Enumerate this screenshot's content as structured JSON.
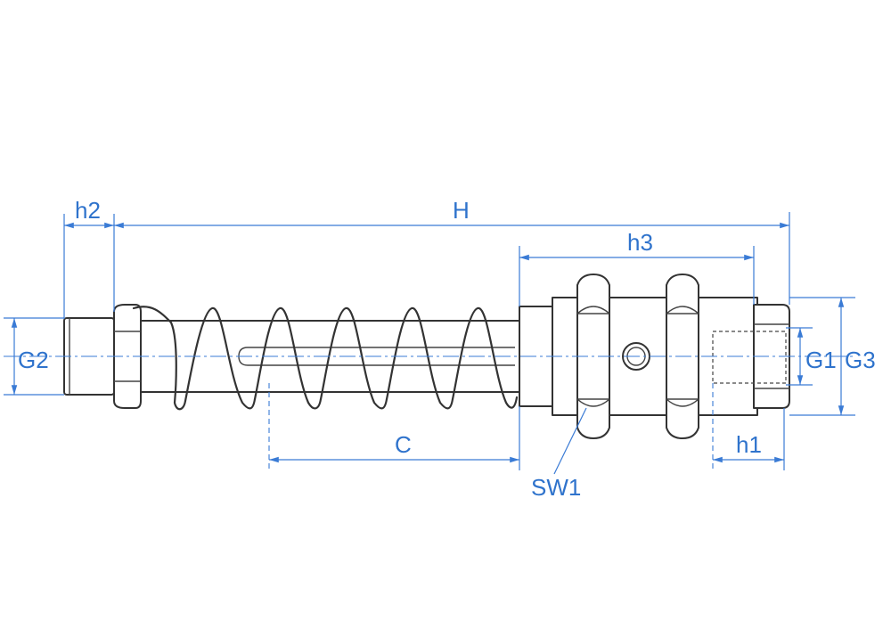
{
  "labels": {
    "h2": "h2",
    "H": "H",
    "h3": "h3",
    "G2": "G2",
    "G1": "G1",
    "G3": "G3",
    "C": "C",
    "SW1": "SW1",
    "h1": "h1"
  },
  "colors": {
    "dimension": "#3a7bd5",
    "label": "#2f73cc",
    "outline": "#333333"
  }
}
